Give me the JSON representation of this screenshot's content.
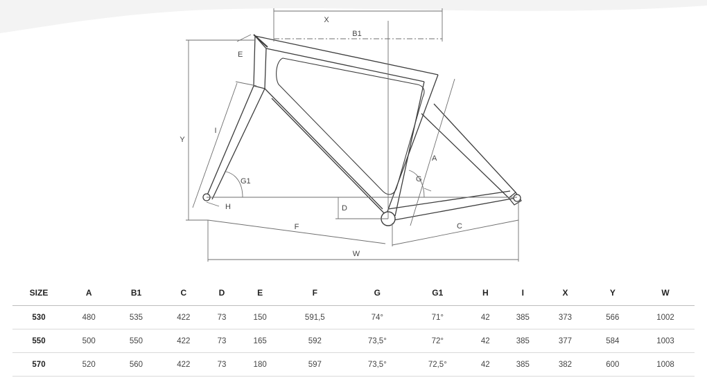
{
  "diagram": {
    "labels": {
      "X": "X",
      "B1": "B1",
      "E": "E",
      "Y": "Y",
      "I": "I",
      "G1": "G1",
      "H": "H",
      "D": "D",
      "F": "F",
      "G": "G",
      "A": "A",
      "C": "C",
      "W": "W"
    },
    "line_color": "#6e6e6e",
    "frame_color": "#3c3c3c"
  },
  "table": {
    "headers": [
      "SIZE",
      "A",
      "B1",
      "C",
      "D",
      "E",
      "F",
      "G",
      "G1",
      "H",
      "I",
      "X",
      "Y",
      "W"
    ],
    "rows": [
      [
        "530",
        "480",
        "535",
        "422",
        "73",
        "150",
        "591,5",
        "74°",
        "71°",
        "42",
        "385",
        "373",
        "566",
        "1002"
      ],
      [
        "550",
        "500",
        "550",
        "422",
        "73",
        "165",
        "592",
        "73,5°",
        "72°",
        "42",
        "385",
        "377",
        "584",
        "1003"
      ],
      [
        "570",
        "520",
        "560",
        "422",
        "73",
        "180",
        "597",
        "73,5°",
        "72,5°",
        "42",
        "385",
        "382",
        "600",
        "1008"
      ]
    ]
  }
}
